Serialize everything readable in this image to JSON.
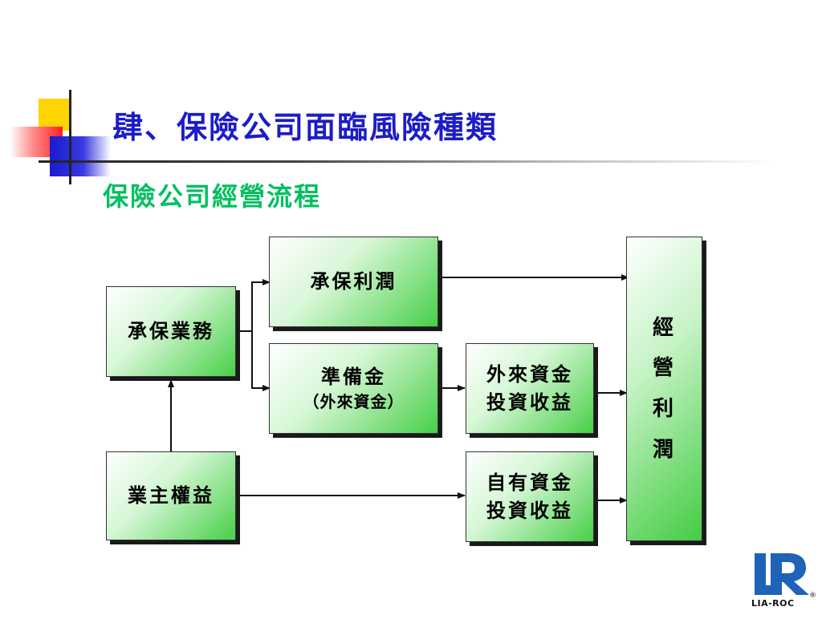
{
  "slide": {
    "title": "肆、保險公司面臨風險種類",
    "subtitle": "保險公司經營流程"
  },
  "diagram": {
    "nodes": {
      "underwriting": {
        "label": "承保業務"
      },
      "equity": {
        "label": "業主權益"
      },
      "uw_profit": {
        "label": "承保利潤"
      },
      "reserve": {
        "line1": "準備金",
        "line2": "（外來資金）"
      },
      "ext_invest": {
        "line1": "外來資金",
        "line2": "投資收益"
      },
      "own_invest": {
        "line1": "自有資金",
        "line2": "投資收益"
      },
      "op_profit": {
        "chars": [
          "經",
          "營",
          "利",
          "潤"
        ]
      }
    },
    "edges": [
      [
        "equity",
        "underwriting"
      ],
      [
        "underwriting",
        "uw_profit"
      ],
      [
        "underwriting",
        "reserve"
      ],
      [
        "reserve",
        "ext_invest"
      ],
      [
        "uw_profit",
        "op_profit"
      ],
      [
        "ext_invest",
        "op_profit"
      ],
      [
        "equity",
        "own_invest"
      ],
      [
        "own_invest",
        "op_profit"
      ]
    ]
  },
  "logo": {
    "text": "LIA-ROC",
    "mark": "®"
  },
  "colors": {
    "title": "#1c1cc8",
    "subtitle": "#00c060",
    "box_green": "#48cf48"
  }
}
